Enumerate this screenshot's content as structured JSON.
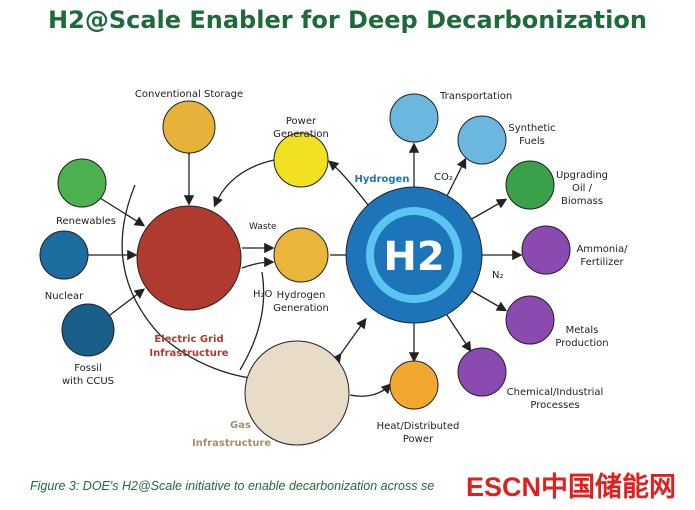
{
  "title": "H2@Scale Enabler for Deep Decarbonization",
  "caption": "Figure 3: DOE's H2@Scale initiative to enable decarbonization across se",
  "watermark": "ESCN中国储能网",
  "nodes": {
    "storage": "Conventional Storage",
    "renewables": "Renewables",
    "nuclear": "Nuclear",
    "fossil1": "Fossil",
    "fossil2": "with CCUS",
    "grid1": "Electric Grid",
    "grid2": "Infrastructure",
    "power1": "Power",
    "power2": "Generation",
    "hgen1": "Hydrogen",
    "hgen2": "Generation",
    "waste": "Waste",
    "h2o": "H₂O",
    "hydrogen": "Hydrogen",
    "h2": "H2",
    "gas1": "Gas",
    "gas2": "Infrastructure",
    "transport": "Transportation",
    "synth1": "Synthetic",
    "synth2": "Fuels",
    "co2": "CO₂",
    "oil1": "Upgrading",
    "oil2": "Oil /",
    "oil3": "Biomass",
    "amm1": "Ammonia/",
    "amm2": "Fertilizer",
    "n2": "N₂",
    "metals1": "Metals",
    "metals2": "Production",
    "chem1": "Chemical/Industrial",
    "chem2": "Processes",
    "heat1": "Heat/Distributed",
    "heat2": "Power"
  },
  "colors": {
    "title": "#1e6b3a",
    "grid": "#b03a2e",
    "h2": "#1d74b8",
    "watermark": "#e01f1f"
  }
}
